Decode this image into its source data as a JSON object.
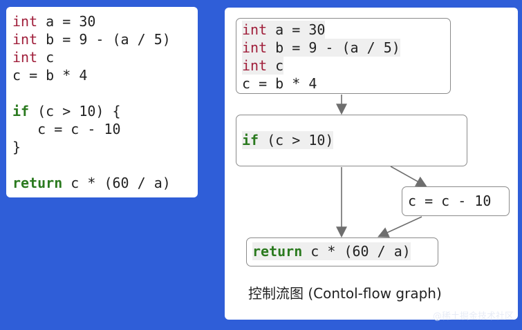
{
  "source_code": {
    "line1_type": "int",
    "line1_rest": " a = 30",
    "line2_type": "int",
    "line2_rest": " b = 9 - (a / 5)",
    "line3_type": "int",
    "line3_rest": " c",
    "line4": "c = b * 4",
    "line5_kw": "if",
    "line5_rest": " (c > 10) {",
    "line6": "   c = c - 10",
    "line7": "}",
    "line8_kw": "return",
    "line8_rest": " c * (60 / a)"
  },
  "cfg": {
    "block1": {
      "line1_type": "int",
      "line1_rest": " a = 30",
      "line2_type": "int",
      "line2_rest": " b = 9 - (a / 5)",
      "line3_type": "int",
      "line3_rest": " c",
      "line4": "c = b * 4"
    },
    "block2": {
      "kw": "if",
      "rest": " (c > 10)"
    },
    "block3": {
      "text": "c = c - 10"
    },
    "block4": {
      "kw": "return",
      "rest": " c * (60 / a)"
    },
    "caption": "控制流图 (Contol-flow graph)"
  },
  "watermark": "@稀土掘金技术社区",
  "colors": {
    "background": "#2f5ed8",
    "type_keyword": "#a01e3a",
    "control_keyword": "#2b7a1f",
    "arrow": "#6e6e6e"
  }
}
